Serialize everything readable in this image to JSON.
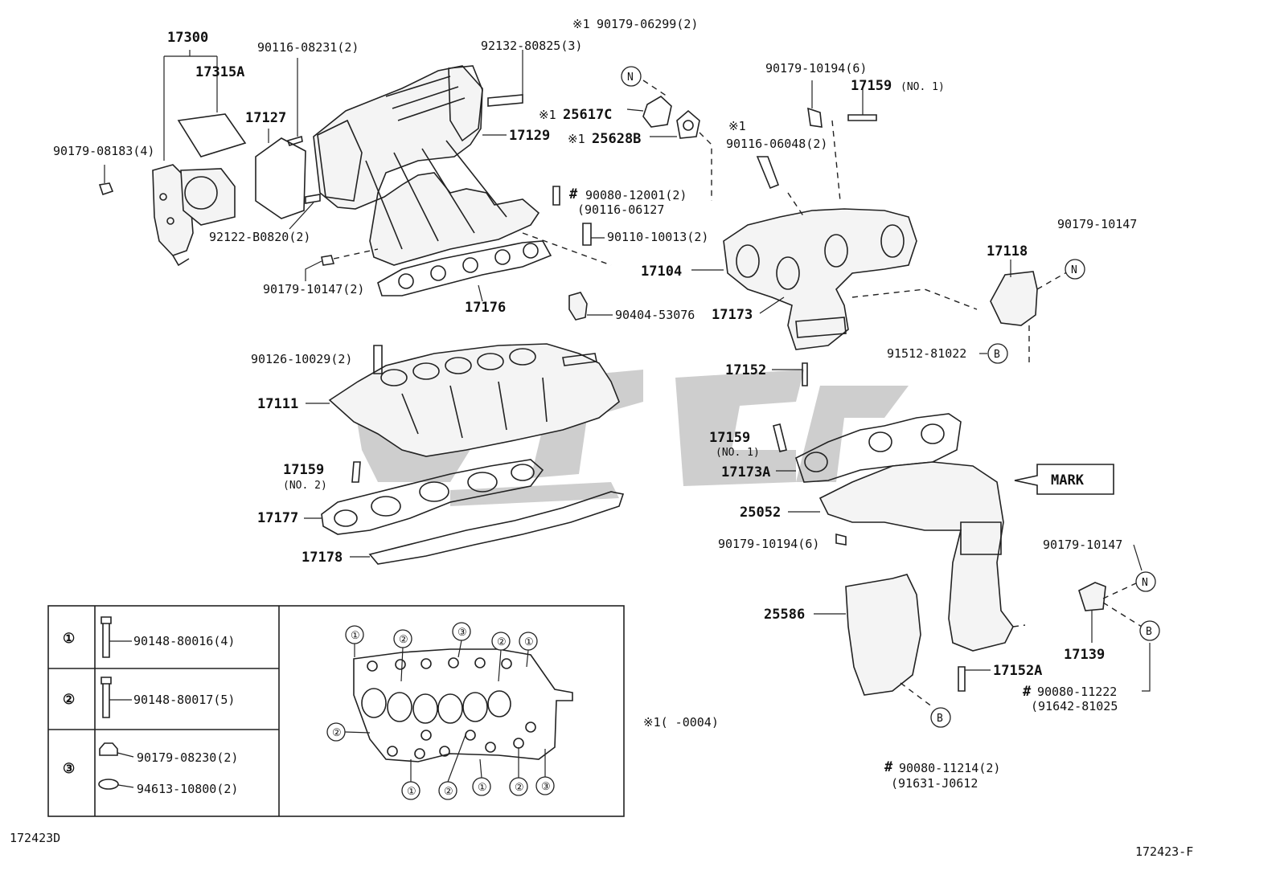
{
  "labels": {
    "p17300": "17300",
    "p17315A": "17315A",
    "p90179_08183": "90179-08183(4)",
    "p17127": "17127",
    "p90116_08231": "90116-08231(2)",
    "p92122_B0820": "92122-B0820(2)",
    "p92132_80825": "92132-80825(3)",
    "p17129": "17129",
    "p90179_06299": "90179-06299(2)",
    "p25617C": "25617C",
    "p25628B": "25628B",
    "p90080_12001": "90080-12001(2)",
    "p90116_06127": "(90116-06127",
    "p90110_10013": "90110-10013(2)",
    "p90179_10147_2": "90179-10147(2)",
    "p17176": "17176",
    "p90404_53076": "90404-53076",
    "p90179_10194": "90179-10194(6)",
    "p17159_no1_top": "17159",
    "p_no1_top": "(NO. 1)",
    "p90116_06048": "90116-06048(2)",
    "p17104": "17104",
    "p17173": "17173",
    "p17118": "17118",
    "p90179_10147_a": "90179-10147",
    "p91512_81022": "91512-81022",
    "p90126_10029": "90126-10029(2)",
    "p17111": "17111",
    "p17159_no2": "17159",
    "p_no2": "(NO. 2)",
    "p17177": "17177",
    "p17178": "17178",
    "p17152": "17152",
    "p17159_no1_mid": "17159",
    "p_no1_mid": "(NO. 1)",
    "p17173A": "17173A",
    "p25052": "25052",
    "p90179_10194_b": "90179-10194(6)",
    "p_mark": "MARK",
    "p90179_10147_b": "90179-10147",
    "p25586": "25586",
    "p17139": "17139",
    "p17152A": "17152A",
    "p90080_11222": "90080-11222",
    "p91642_81025": "(91642-81025",
    "p90080_11214": "90080-11214(2)",
    "p91631_J0612": "(91631-J0612",
    "p_note": "※1(    -0004)",
    "p_ref1": "172423D",
    "p_ref2": "172423-F"
  },
  "markers": {
    "star1": "※1",
    "hash": "#",
    "N": "N",
    "B": "B",
    "c1": "①",
    "c2": "②",
    "c3": "③"
  },
  "legend": {
    "row1_part": "90148-80016(4)",
    "row2_part": "90148-80017(5)",
    "row3_part_a": "90179-08230(2)",
    "row3_part_b": "94613-10800(2)"
  }
}
